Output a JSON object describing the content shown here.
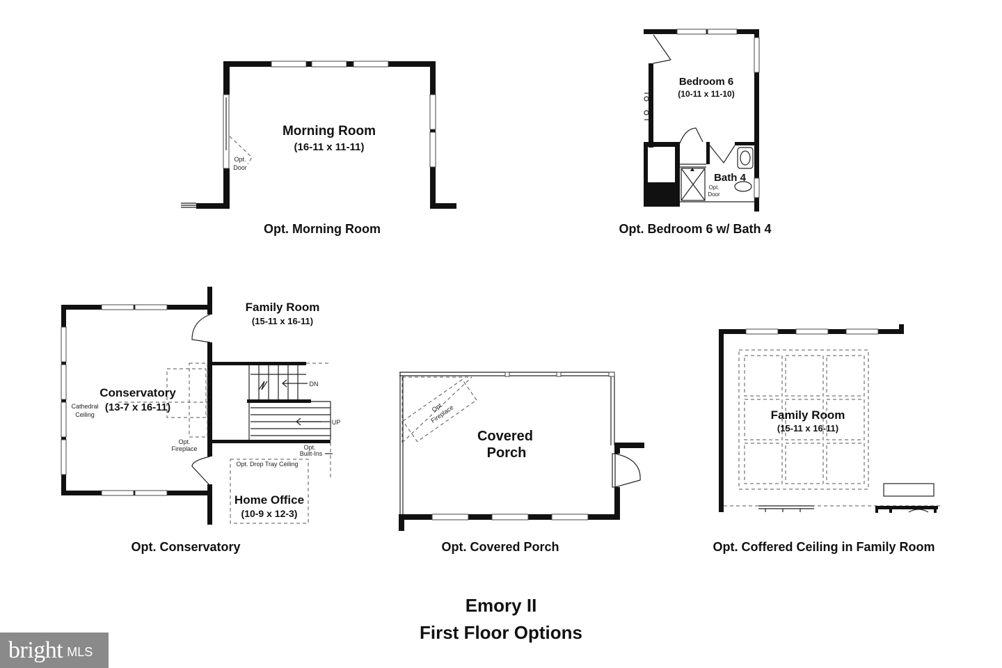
{
  "title": {
    "line1": "Emory II",
    "line2": "First Floor Options"
  },
  "plans": {
    "morning_room": {
      "caption": "Opt. Morning Room",
      "room_name": "Morning Room",
      "room_dims": "(16-11 x 11-11)",
      "door_note_1": "Opt.",
      "door_note_2": "Door"
    },
    "bedroom6": {
      "caption": "Opt. Bedroom 6 w/ Bath 4",
      "room_name": "Bedroom 6",
      "room_dims": "(10-11 x 11-10)",
      "bath_name": "Bath 4",
      "door_note_1": "Opt.",
      "door_note_2": "Door"
    },
    "conservatory": {
      "caption": "Opt. Conservatory",
      "family_room_name": "Family Room",
      "family_room_dims": "(15-11 x 16-11)",
      "room_name": "Conservatory",
      "room_dims": "(13-7 x 16-11)",
      "cathedral_1": "Cathedral",
      "cathedral_2": "Ceiling",
      "fireplace_1": "Opt.",
      "fireplace_2": "Fireplace",
      "builtins_1": "Opt.",
      "builtins_2": "Built-Ins",
      "stair_dn": "DN",
      "stair_up": "UP",
      "tray_ceiling": "Opt. Drop Tray Ceiling",
      "office_name": "Home Office",
      "office_dims": "(10-9 x 12-3)"
    },
    "covered_porch": {
      "caption": "Opt. Covered Porch",
      "room_name_1": "Covered",
      "room_name_2": "Porch",
      "fireplace_1": "Opt.",
      "fireplace_2": "Fireplace"
    },
    "coffered": {
      "caption": "Opt. Coffered Ceiling in Family Room",
      "room_name": "Family Room",
      "room_dims": "(15-11 x 16-11)"
    }
  },
  "watermark": {
    "brand": "bright",
    "suffix": "MLS"
  }
}
